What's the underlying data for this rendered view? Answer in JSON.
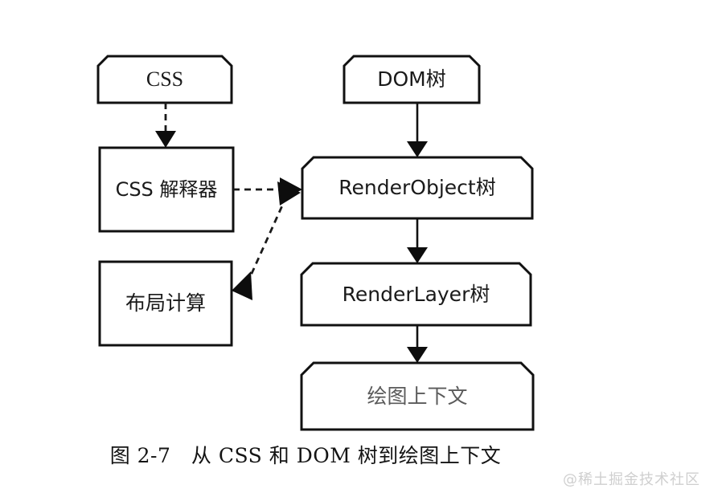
{
  "figure": {
    "caption": "图 2-7　从 CSS 和 DOM 树到绘图上下文",
    "watermark": "@稀土掘金技术社区",
    "background_color": "#ffffff",
    "stroke_color": "#111111"
  },
  "nodes": {
    "css": {
      "label": "CSS",
      "shape": "chamfered-top-rectangle"
    },
    "dom_tree": {
      "label": "DOM树",
      "shape": "chamfered-top-rectangle"
    },
    "css_interpreter": {
      "label": "CSS 解释器",
      "shape": "rectangle"
    },
    "render_object_tree": {
      "label": "RenderObject树",
      "shape": "chamfered-top-rectangle"
    },
    "layout_calc": {
      "label": "布局计算",
      "shape": "rectangle"
    },
    "render_layer_tree": {
      "label": "RenderLayer树",
      "shape": "chamfered-top-rectangle"
    },
    "paint_context": {
      "label": "绘图上下文",
      "shape": "chamfered-top-rectangle"
    }
  },
  "edges": [
    {
      "id": "css-to-interpreter",
      "from": "css",
      "to": "css_interpreter",
      "style": "dashed",
      "arrows": "end"
    },
    {
      "id": "dom-to-renderobject",
      "from": "dom_tree",
      "to": "render_object_tree",
      "style": "solid",
      "arrows": "end"
    },
    {
      "id": "interpreter-to-renderobject",
      "from": "css_interpreter",
      "to": "render_object_tree",
      "style": "dashed",
      "arrows": "end"
    },
    {
      "id": "layout-renderobject",
      "from": "layout_calc",
      "to": "render_object_tree",
      "style": "dashed",
      "arrows": "both"
    },
    {
      "id": "renderobject-to-renderlayer",
      "from": "render_object_tree",
      "to": "render_layer_tree",
      "style": "solid",
      "arrows": "end"
    },
    {
      "id": "renderlayer-to-paintcontext",
      "from": "render_layer_tree",
      "to": "paint_context",
      "style": "solid",
      "arrows": "end"
    }
  ]
}
